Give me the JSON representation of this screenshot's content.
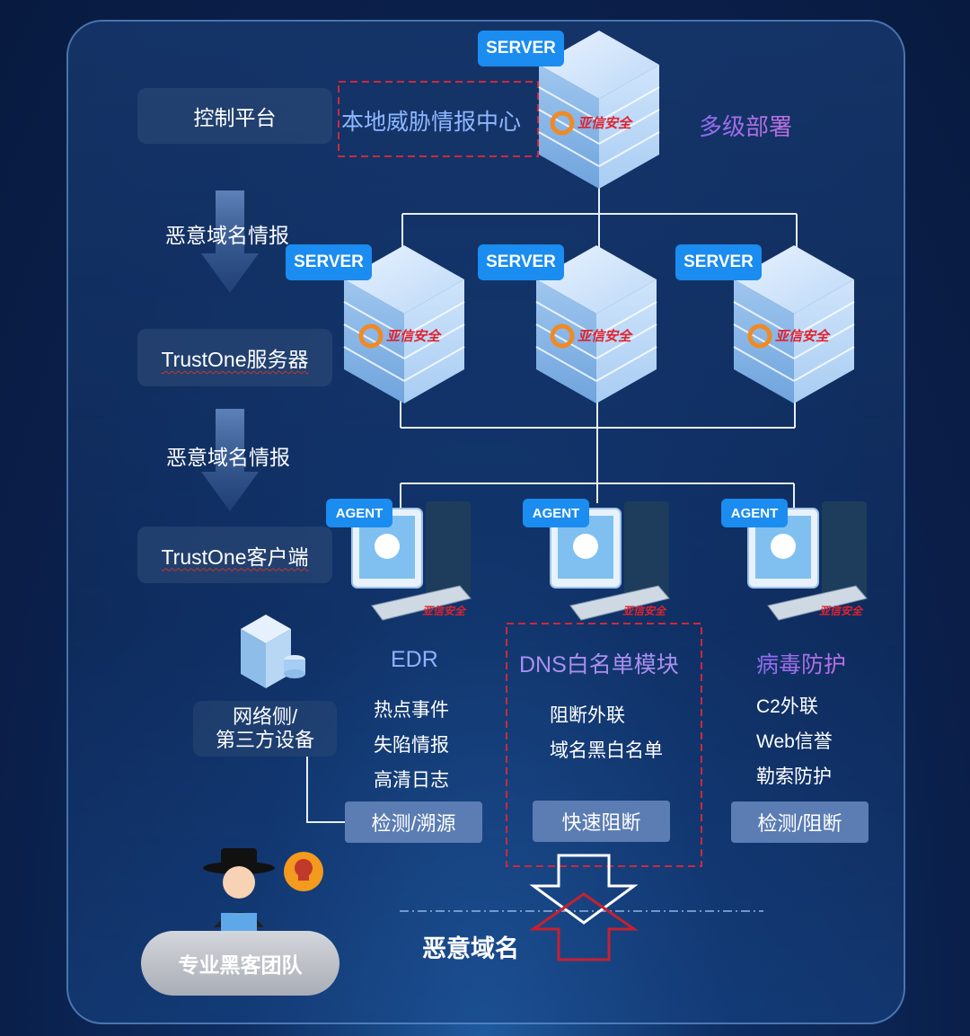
{
  "left": {
    "control_platform": "控制平台",
    "intel_1": "恶意域名情报",
    "server_label": "TrustOne服务器",
    "intel_2": "恶意域名情报",
    "client_label": "TrustOne客户端",
    "network_label_line1": "网络侧/",
    "network_label_line2": "第三方设备",
    "hacker_label": "专业黑客团队"
  },
  "top": {
    "local_center": "本地威胁情报中心",
    "multi_deploy": "多级部署"
  },
  "tags": {
    "server": "SERVER",
    "agent": "AGENT"
  },
  "brand": "亚信安全",
  "columns": {
    "edr": {
      "title": "EDR",
      "items": [
        "热点事件",
        "失陷情报",
        "高清日志"
      ],
      "button": "检测/溯源"
    },
    "dns": {
      "title": "DNS白名单模块",
      "items": [
        "阻断外联",
        "域名黑白名单"
      ],
      "button": "快速阻断"
    },
    "virus": {
      "title": "病毒防护",
      "items": [
        "C2外联",
        "Web信誉",
        "勒索防护"
      ],
      "button": "检测/阻断"
    }
  },
  "bottom": {
    "malicious_domain": "恶意域名"
  },
  "colors": {
    "tag_blue": "#1b8cf0",
    "button_blue": "#5b7db3",
    "dashed_red": "#d0283a",
    "title_blue": "#7fb0ff",
    "title_purple": "#b070e8"
  }
}
